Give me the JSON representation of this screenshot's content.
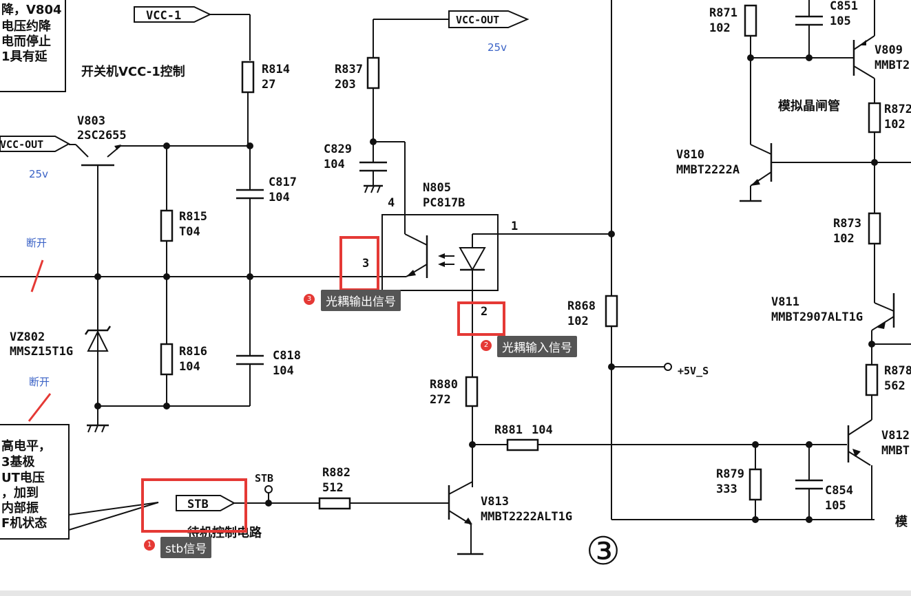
{
  "components": {
    "vcc1_port": "VCC-1",
    "vccout_top": "VCC-OUT",
    "vccout_left": "VCC-OUT",
    "vccout_top_voltage": "25v",
    "vccout_left_voltage": "25v",
    "title_vcc1": "开关机VCC-1控制",
    "r814": {
      "name": "R814",
      "value": "27"
    },
    "r837": {
      "name": "R837",
      "value": "203"
    },
    "c829": {
      "name": "C829",
      "value": "104"
    },
    "v803": {
      "name": "V803",
      "value": "2SC2655"
    },
    "c817": {
      "name": "C817",
      "value": "104"
    },
    "r815": {
      "name": "R815",
      "value": "T04"
    },
    "r816": {
      "name": "R816",
      "value": "104"
    },
    "c818": {
      "name": "C818",
      "value": "104"
    },
    "vz802": {
      "name": "VZ802",
      "value": "MMSZ15T1G"
    },
    "n805": {
      "name": "N805",
      "value": "PC817B"
    },
    "pin1": "1",
    "pin2": "2",
    "pin3": "3",
    "pin4": "4",
    "r868": {
      "name": "R868",
      "value": "102"
    },
    "plus5v": "+5V_S",
    "r880": {
      "name": "R880",
      "value": "272"
    },
    "r881": {
      "name": "R881",
      "value": "104"
    },
    "r882": {
      "name": "R882",
      "value": "512"
    },
    "v813": {
      "name": "V813",
      "value": "MMBT2222ALT1G"
    },
    "stb_label": "STB",
    "stb_port": "STB",
    "standby_label": "待机控制电路",
    "circle_num": "③",
    "r871": {
      "name": "R871",
      "value": "102"
    },
    "c851": {
      "name": "C851",
      "value": "105"
    },
    "v809": {
      "name": "V809",
      "value": "MMBT2"
    },
    "scr_label": "模拟晶闸管",
    "r872": {
      "name": "R872",
      "value": "102"
    },
    "v810": {
      "name": "V810",
      "value": "MMBT2222A"
    },
    "r873": {
      "name": "R873",
      "value": "102"
    },
    "v811": {
      "name": "V811",
      "value": "MMBT2907ALT1G"
    },
    "r878": {
      "name": "R878",
      "value": "562"
    },
    "v812": {
      "name": "V812",
      "value": "MMBT"
    },
    "r879": {
      "name": "R879",
      "value": "333"
    },
    "c854": {
      "name": "C854",
      "value": "105"
    },
    "right_edge_char": "模",
    "break1": "断开",
    "break2": "断开",
    "note_top_lines": [
      "降，V804",
      "电压约降",
      "电而停止",
      "1具有延"
    ],
    "note_bottom_lines": [
      "高电平，",
      "3基极",
      "UT电压",
      "，加到",
      "内部振",
      "F机状态"
    ]
  },
  "annotations": [
    {
      "num": "1",
      "label": "stb信号"
    },
    {
      "num": "2",
      "label": "光耦输入信号"
    },
    {
      "num": "3",
      "label": "光耦输出信号"
    }
  ]
}
